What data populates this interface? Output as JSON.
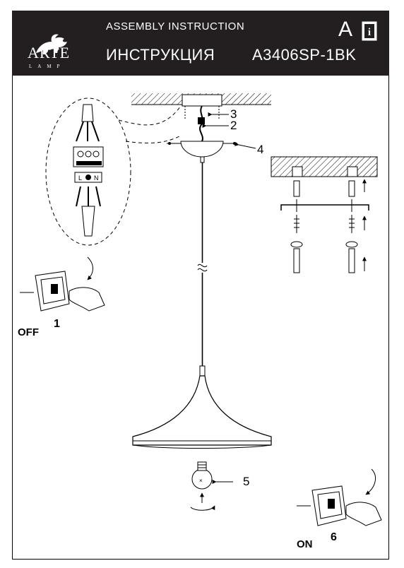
{
  "header": {
    "logo_name": "ARTE",
    "logo_sub": "LAMP",
    "title_en": "ASSEMBLY  INSTRUCTION",
    "title_ru": "ИНСТРУКЦИЯ",
    "model": "A3406SP-1BK",
    "brand_letter": "A",
    "info_glyph": "i"
  },
  "callouts": {
    "c1": "1",
    "c2": "2",
    "c3": "3",
    "c4": "4",
    "c5": "5",
    "c6": "6"
  },
  "terminals": {
    "left": "L",
    "right": "N"
  },
  "switch": {
    "off_label": "OFF",
    "on_label": "ON"
  },
  "colors": {
    "header_bg": "#231f20",
    "ink": "#000000"
  }
}
